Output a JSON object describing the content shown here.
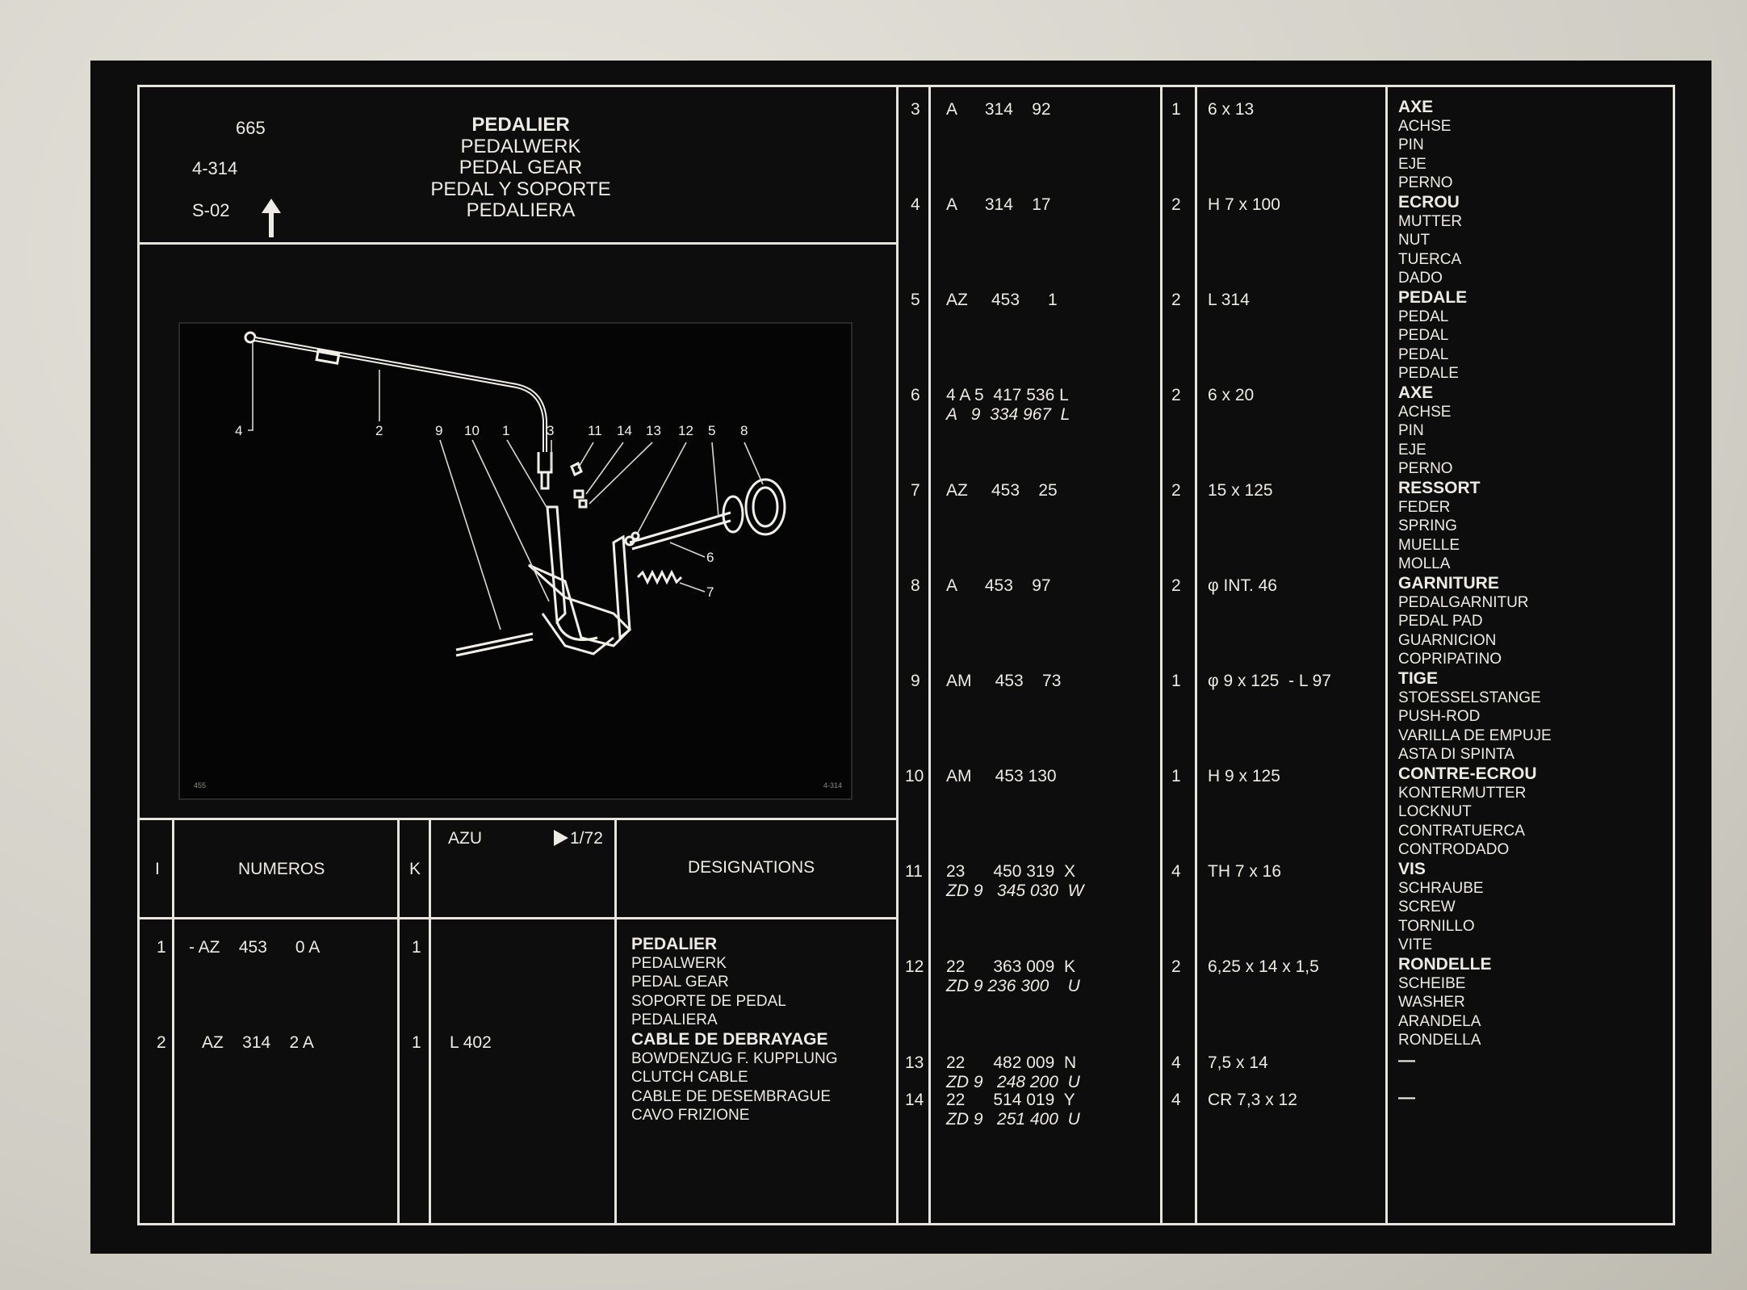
{
  "header": {
    "code_1": "665",
    "code_2": "4-314",
    "code_3": "S-02",
    "title_lines": [
      "PEDALIER",
      "PEDALWERK",
      "PEDAL GEAR",
      "PEDAL Y SOPORTE",
      "PEDALIERA"
    ]
  },
  "diagram": {
    "callouts": [
      "4",
      "2",
      "9",
      "10",
      "1",
      "3",
      "11",
      "14",
      "13",
      "12",
      "5",
      "8",
      "6",
      "7"
    ],
    "corner_left": "455",
    "corner_right": "4-314"
  },
  "table_header": {
    "col_i": "I",
    "col_numeros": "NUMEROS",
    "col_k": "K",
    "col_azu": "AZU",
    "col_range": "1/72",
    "col_designations": "DESIGNATIONS"
  },
  "left_rows": [
    {
      "i": "1",
      "numero": "- AZ    453      0 A",
      "k": "1",
      "azu": "",
      "desc": [
        "PEDALIER",
        "PEDALWERK",
        "PEDAL GEAR",
        "SOPORTE DE PEDAL",
        "PEDALIERA"
      ]
    },
    {
      "i": "2",
      "numero": "AZ    314    2 A",
      "k": "1",
      "azu": "L 402",
      "desc": [
        "CABLE DE DEBRAYAGE",
        "BOWDENZUG F. KUPPLUNG",
        "CLUTCH CABLE",
        "CABLE DE DESEMBRAGUE",
        "CAVO FRIZIONE"
      ]
    }
  ],
  "right_rows": [
    {
      "i": "3",
      "numero": "A      314    92",
      "alt": "",
      "k": "1",
      "size": "6 x 13",
      "desc": [
        "AXE",
        "ACHSE",
        "PIN",
        "EJE",
        "PERNO"
      ]
    },
    {
      "i": "4",
      "numero": "A      314    17",
      "alt": "",
      "k": "2",
      "size": "H 7 x 100",
      "desc": [
        "ECROU",
        "MUTTER",
        "NUT",
        "TUERCA",
        "DADO"
      ]
    },
    {
      "i": "5",
      "numero": "AZ     453      1",
      "alt": "",
      "k": "2",
      "size": "L 314",
      "desc": [
        "PEDALE",
        "PEDAL",
        "PEDAL",
        "PEDAL",
        "PEDALE"
      ]
    },
    {
      "i": "6",
      "numero": "4 A 5  417 536 L",
      "alt": "A   9  334 967  L",
      "k": "2",
      "size": "6 x 20",
      "desc": [
        "AXE",
        "ACHSE",
        "PIN",
        "EJE",
        "PERNO"
      ]
    },
    {
      "i": "7",
      "numero": "AZ     453    25",
      "alt": "",
      "k": "2",
      "size": "15 x 125",
      "desc": [
        "RESSORT",
        "FEDER",
        "SPRING",
        "MUELLE",
        "MOLLA"
      ]
    },
    {
      "i": "8",
      "numero": "A      453    97",
      "alt": "",
      "k": "2",
      "size": "φ INT. 46",
      "desc": [
        "GARNITURE",
        "PEDALGARNITUR",
        "PEDAL PAD",
        "GUARNICION",
        "COPRIPATINO"
      ]
    },
    {
      "i": "9",
      "numero": "AM     453    73",
      "alt": "",
      "k": "1",
      "size": "φ 9 x 125  - L 97",
      "desc": [
        "TIGE",
        "STOESSELSTANGE",
        "PUSH-ROD",
        "VARILLA DE EMPUJE",
        "ASTA DI SPINTA"
      ]
    },
    {
      "i": "10",
      "numero": "AM     453 130",
      "alt": "",
      "k": "1",
      "size": "H 9 x 125",
      "desc": [
        "CONTRE-ECROU",
        "KONTERMUTTER",
        "LOCKNUT",
        "CONTRATUERCA",
        "CONTRODADO"
      ]
    },
    {
      "i": "11",
      "numero": "23      450 319  X",
      "alt": "ZD 9   345 030  W",
      "k": "4",
      "size": "TH 7 x 16",
      "desc": [
        "VIS",
        "SCHRAUBE",
        "SCREW",
        "TORNILLO",
        "VITE"
      ]
    },
    {
      "i": "12",
      "numero": "22      363 009  K",
      "alt": "ZD 9 236 300    U",
      "k": "2",
      "size": "6,25 x 14 x 1,5",
      "desc": [
        "RONDELLE",
        "SCHEIBE",
        "WASHER",
        "ARANDELA",
        "RONDELLA"
      ]
    },
    {
      "i": "13",
      "numero": "22      482 009  N",
      "alt": "ZD 9   248 200  U",
      "k": "4",
      "size": "7,5 x 14",
      "desc": [
        "—"
      ]
    },
    {
      "i": "14",
      "numero": "22      514 019  Y",
      "alt": "ZD 9   251 400  U",
      "k": "4",
      "size": "CR 7,3 x 12",
      "desc": [
        "—"
      ]
    }
  ]
}
